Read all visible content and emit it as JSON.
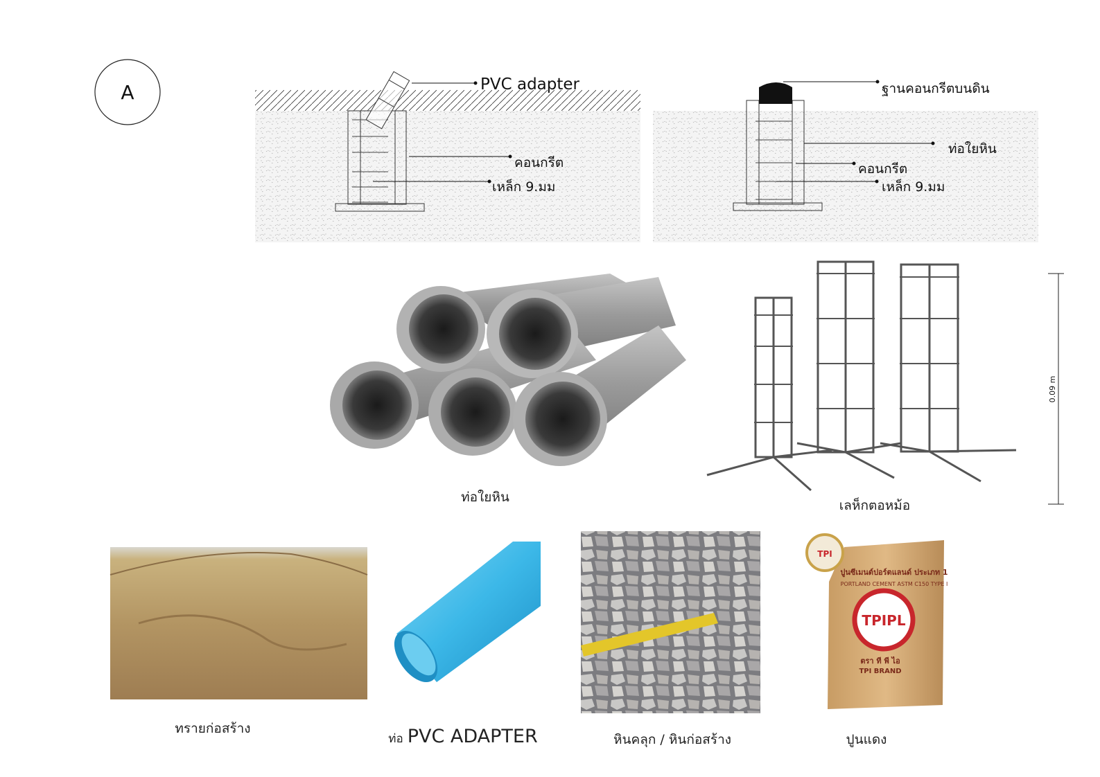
{
  "marker": {
    "letter": "A"
  },
  "diagram_left": {
    "labels": {
      "pvc": "PVC adapter",
      "concrete": "คอนกรีต",
      "rebar": "เหล็ก 9.มม"
    }
  },
  "diagram_right": {
    "labels": {
      "base": "ฐานคอนกรีตบนดิน",
      "pipe": "ท่อใยหิน",
      "concrete": "คอนกรีต",
      "rebar": "เหล็ก 9.มม"
    }
  },
  "photos": {
    "pipes": {
      "caption": "ท่อใยหิน"
    },
    "rebar": {
      "caption": "เลห็กตอหม้อ",
      "dimension": "0.09 m"
    },
    "sand": {
      "caption": "ทรายก่อสร้าง"
    },
    "pvc": {
      "caption_prefix": "ท่อ",
      "caption_main": "PVC ADAPTER"
    },
    "gravel": {
      "caption": "หินคลุก / หินก่อสร้าง"
    },
    "cement": {
      "caption": "ปูนแดง",
      "brand": "TPIPL",
      "bag_line1": "ปูนซีเมนต์ปอร์ตแลนด์ ประเภท 1",
      "bag_line2": "PORTLAND CEMENT ASTM C150 TYPE I",
      "bag_line3": "ตรา ที พี ไอ",
      "bag_line4": "TPI BRAND"
    }
  },
  "colors": {
    "pvc_blue": "#3cb8e8",
    "sand": "#b99a6a",
    "cement_bag": "#d8b07a",
    "brand_red": "#c8262c"
  }
}
